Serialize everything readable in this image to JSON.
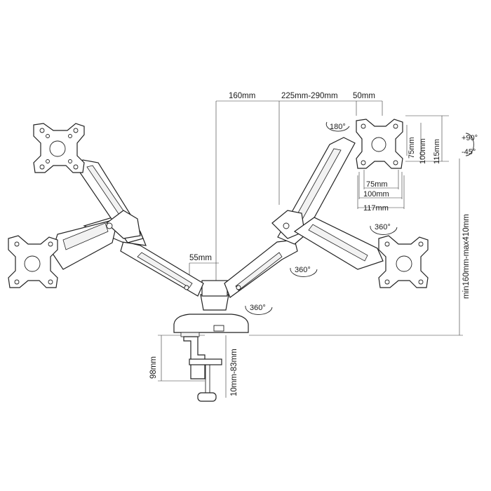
{
  "colors": {
    "line": "#222222",
    "background": "#ffffff"
  },
  "dimensions": {
    "pole_offset": "160mm",
    "arm_span": "225mm-290mm",
    "plate_offset": "50mm",
    "vesa_75_h": "75mm",
    "vesa_100_h": "100mm",
    "plate_height": "115mm",
    "vesa_75_w": "75mm",
    "vesa_100_w": "100mm",
    "plate_width": "117mm",
    "height_range": "min160mm-max410mm",
    "base_gap": "55mm",
    "clamp_height": "98mm",
    "desk_thickness": "10mm-83mm"
  },
  "rotations": {
    "tilt_up": "+90°",
    "tilt_down": "-45°",
    "swivel_head": "180°",
    "rotate_panel": "360°",
    "rotate_arm": "360°",
    "rotate_base": "360°"
  },
  "icons": {
    "rotation_arrow": "circular-arrow-icon",
    "vesa_plate": "vesa-plate-icon"
  }
}
